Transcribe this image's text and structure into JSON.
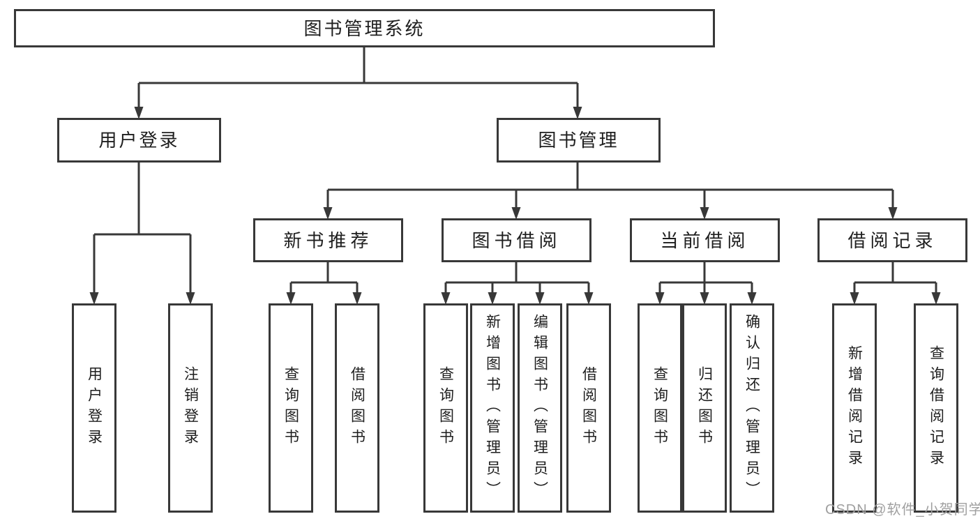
{
  "colors": {
    "line": "#383838",
    "text": "#1e1e1e",
    "background": "#ffffff",
    "watermark": "#a0a0a0"
  },
  "watermark": {
    "text": "CSDN @软件_小贺同学"
  },
  "tree": {
    "root": {
      "label": "图书管理系统",
      "children": [
        {
          "label": "用户登录",
          "children": [
            {
              "label": "用户登录"
            },
            {
              "label": "注销登录"
            }
          ]
        },
        {
          "label": "图书管理",
          "children": [
            {
              "label": "新书推荐",
              "children": [
                {
                  "label": "查询图书"
                },
                {
                  "label": "借阅图书"
                }
              ]
            },
            {
              "label": "图书借阅",
              "children": [
                {
                  "label": "查询图书"
                },
                {
                  "label": "新增图书（管理员）"
                },
                {
                  "label": "编辑图书（管理员）"
                },
                {
                  "label": "借阅图书"
                }
              ]
            },
            {
              "label": "当前借阅",
              "children": [
                {
                  "label": "查询图书"
                },
                {
                  "label": "归还图书"
                },
                {
                  "label": "确认归还（管理员）"
                }
              ]
            },
            {
              "label": "借阅记录",
              "children": [
                {
                  "label": "新增借阅记录"
                },
                {
                  "label": "查询借阅记录"
                }
              ]
            }
          ]
        }
      ]
    }
  }
}
